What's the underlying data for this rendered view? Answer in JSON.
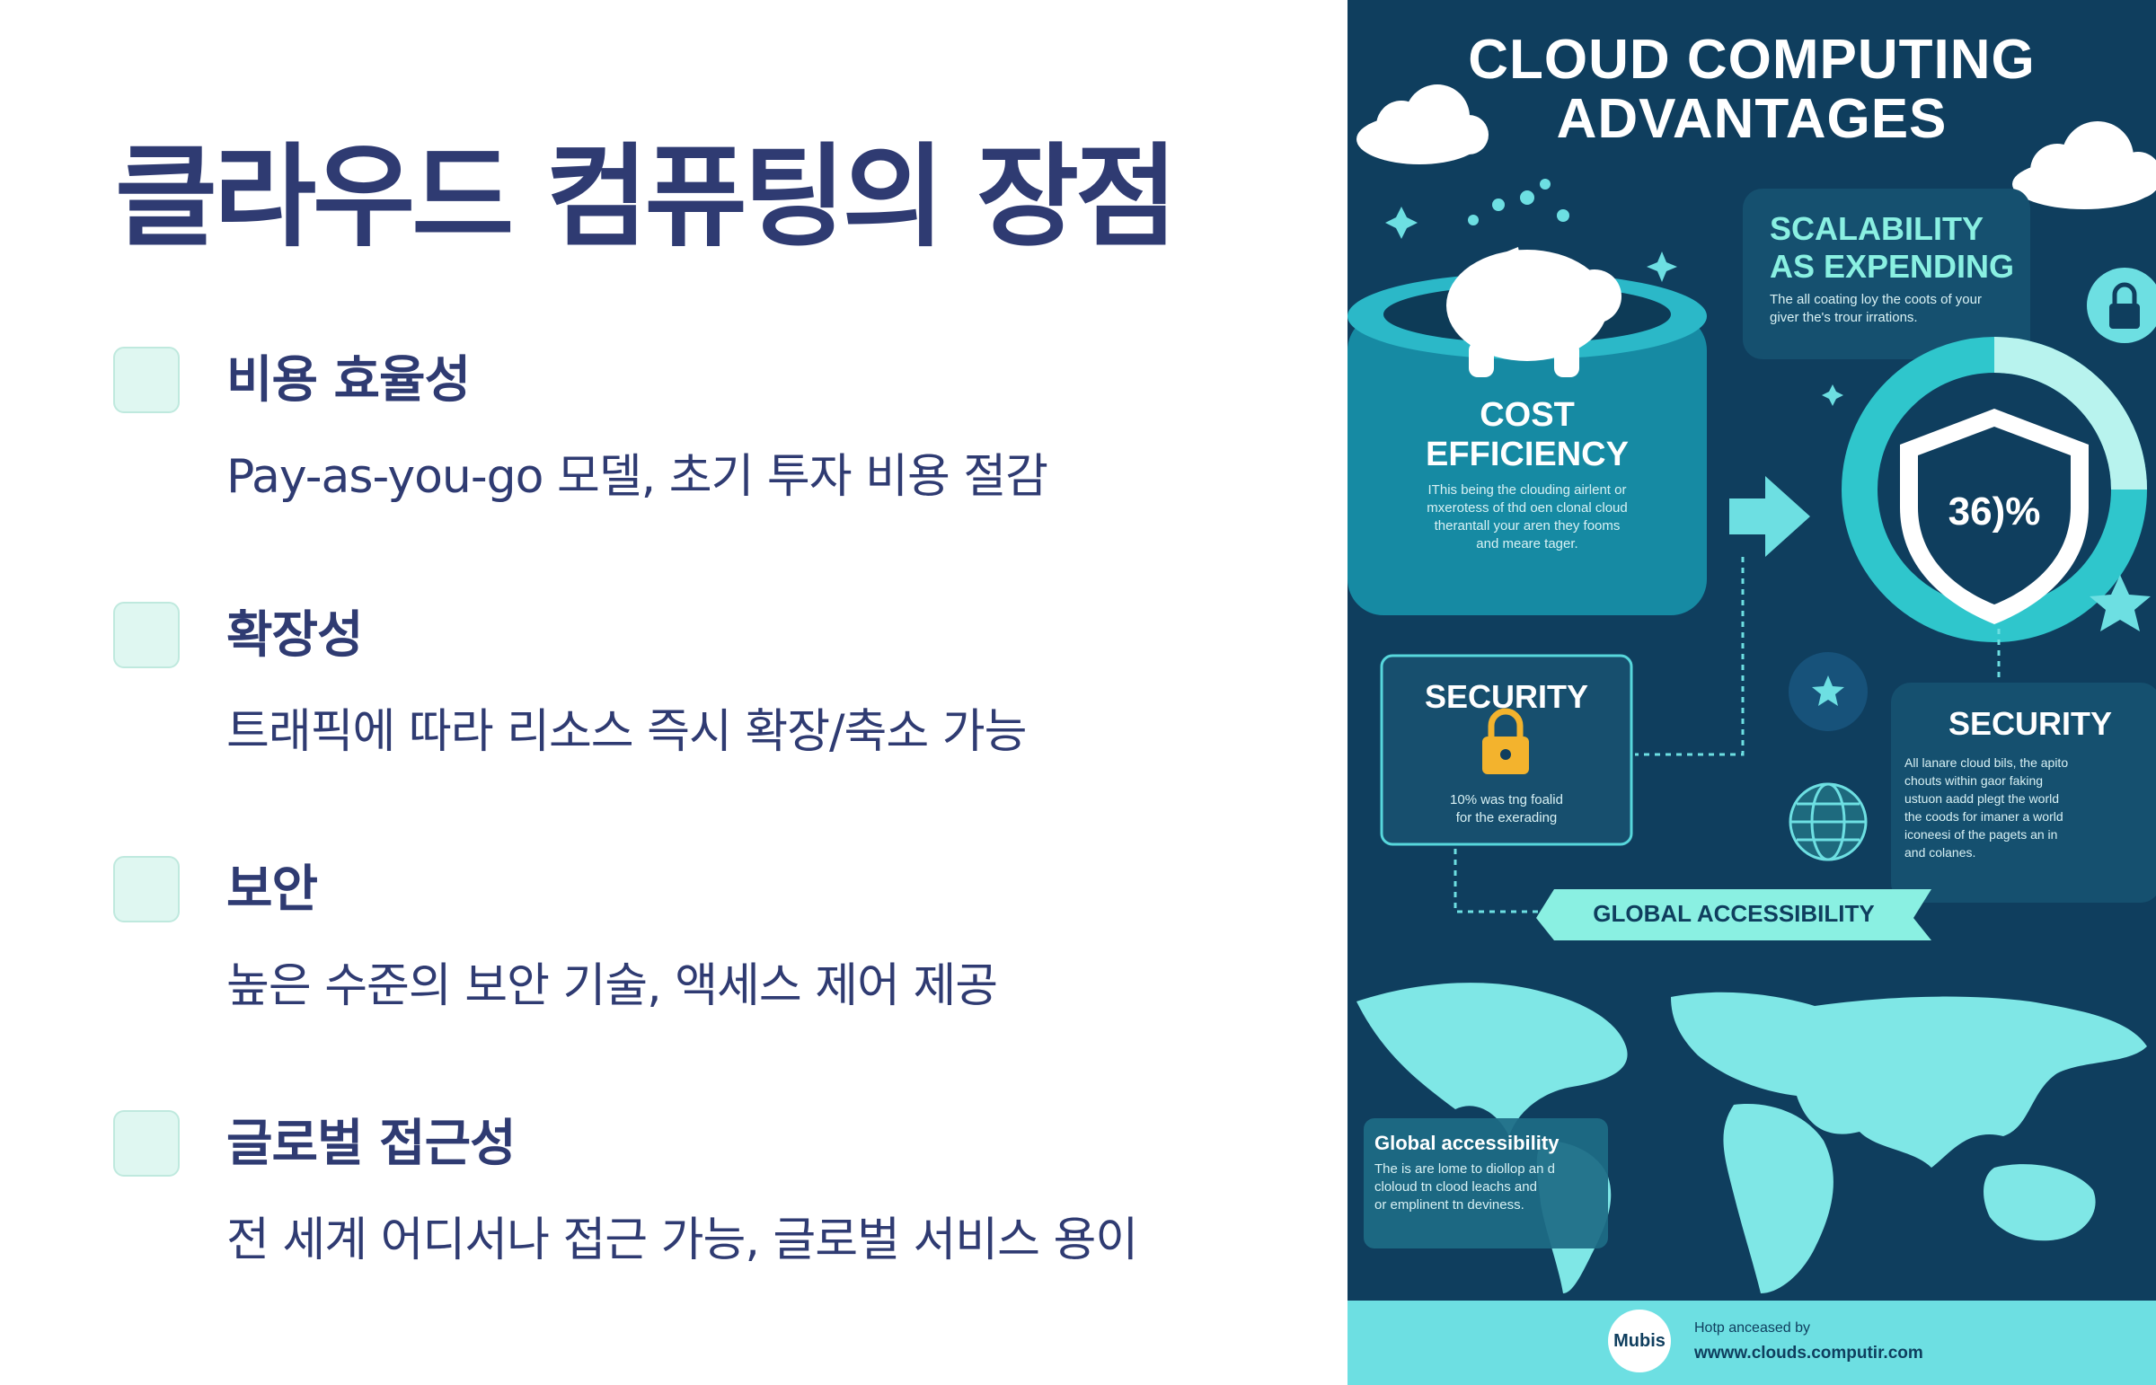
{
  "slide": {
    "title": "클라우드 컴퓨팅의 장점",
    "items": [
      {
        "title": "비용 효율성",
        "desc": "Pay-as-you-go 모델, 초기 투자 비용 절감"
      },
      {
        "title": "확장성",
        "desc": "트래픽에 따라 리소스 즉시 확장/축소 가능"
      },
      {
        "title": "보안",
        "desc": "높은 수준의 보안 기술, 액세스 제어 제공"
      },
      {
        "title": "글로벌 접근성",
        "desc": "전 세계 어디서나 접근 가능, 글로벌 서비스 용이"
      }
    ]
  },
  "infographic": {
    "title_line1": "CLOUD COMPUTING",
    "title_line2": "ADVANTAGES",
    "scalability": {
      "title_line1": "SCALABILITY",
      "title_line2": "AS EXPENDING",
      "text_line1": "The all coating loy the coots of your",
      "text_line2": "giver the's trour irrations."
    },
    "cost": {
      "title_line1": "COST",
      "title_line2": "EFFICIENCY",
      "text_line1": "IThis being the clouding airlent or",
      "text_line2": "mxerotess of thd oen clonal cloud",
      "text_line3": "therantall your aren they fooms",
      "text_line4": "and meare tager."
    },
    "gauge_value": "36)%",
    "security_left": {
      "title": "SECURITY",
      "text_line1": "10% was tng foalid",
      "text_line2": "for the exerading"
    },
    "security_right": {
      "title": "SECURITY",
      "text_line1": "All lanare cloud bils, the apito",
      "text_line2": "chouts within gaor faking",
      "text_line3": "ustuon aadd plegt the world",
      "text_line4": "the coods for imaner a world",
      "text_line5": "iconeesi of the pagets an in",
      "text_line6": "and colanes."
    },
    "banner": "GLOBAL ACCESSIBILITY",
    "global": {
      "title": "Global accessibility",
      "text_line1": "The is are lome to diollop an d",
      "text_line2": "cloloud tn clood leachs and",
      "text_line3": "or emplinent tn deviness."
    },
    "footer": {
      "logo": "Mubis",
      "line1": "Hotp anceased by",
      "line2": "wwww.clouds.computir.com"
    },
    "colors": {
      "background": "#0f3e5e",
      "accent": "#6ddfe2",
      "light_accent": "#8af0e2"
    }
  }
}
